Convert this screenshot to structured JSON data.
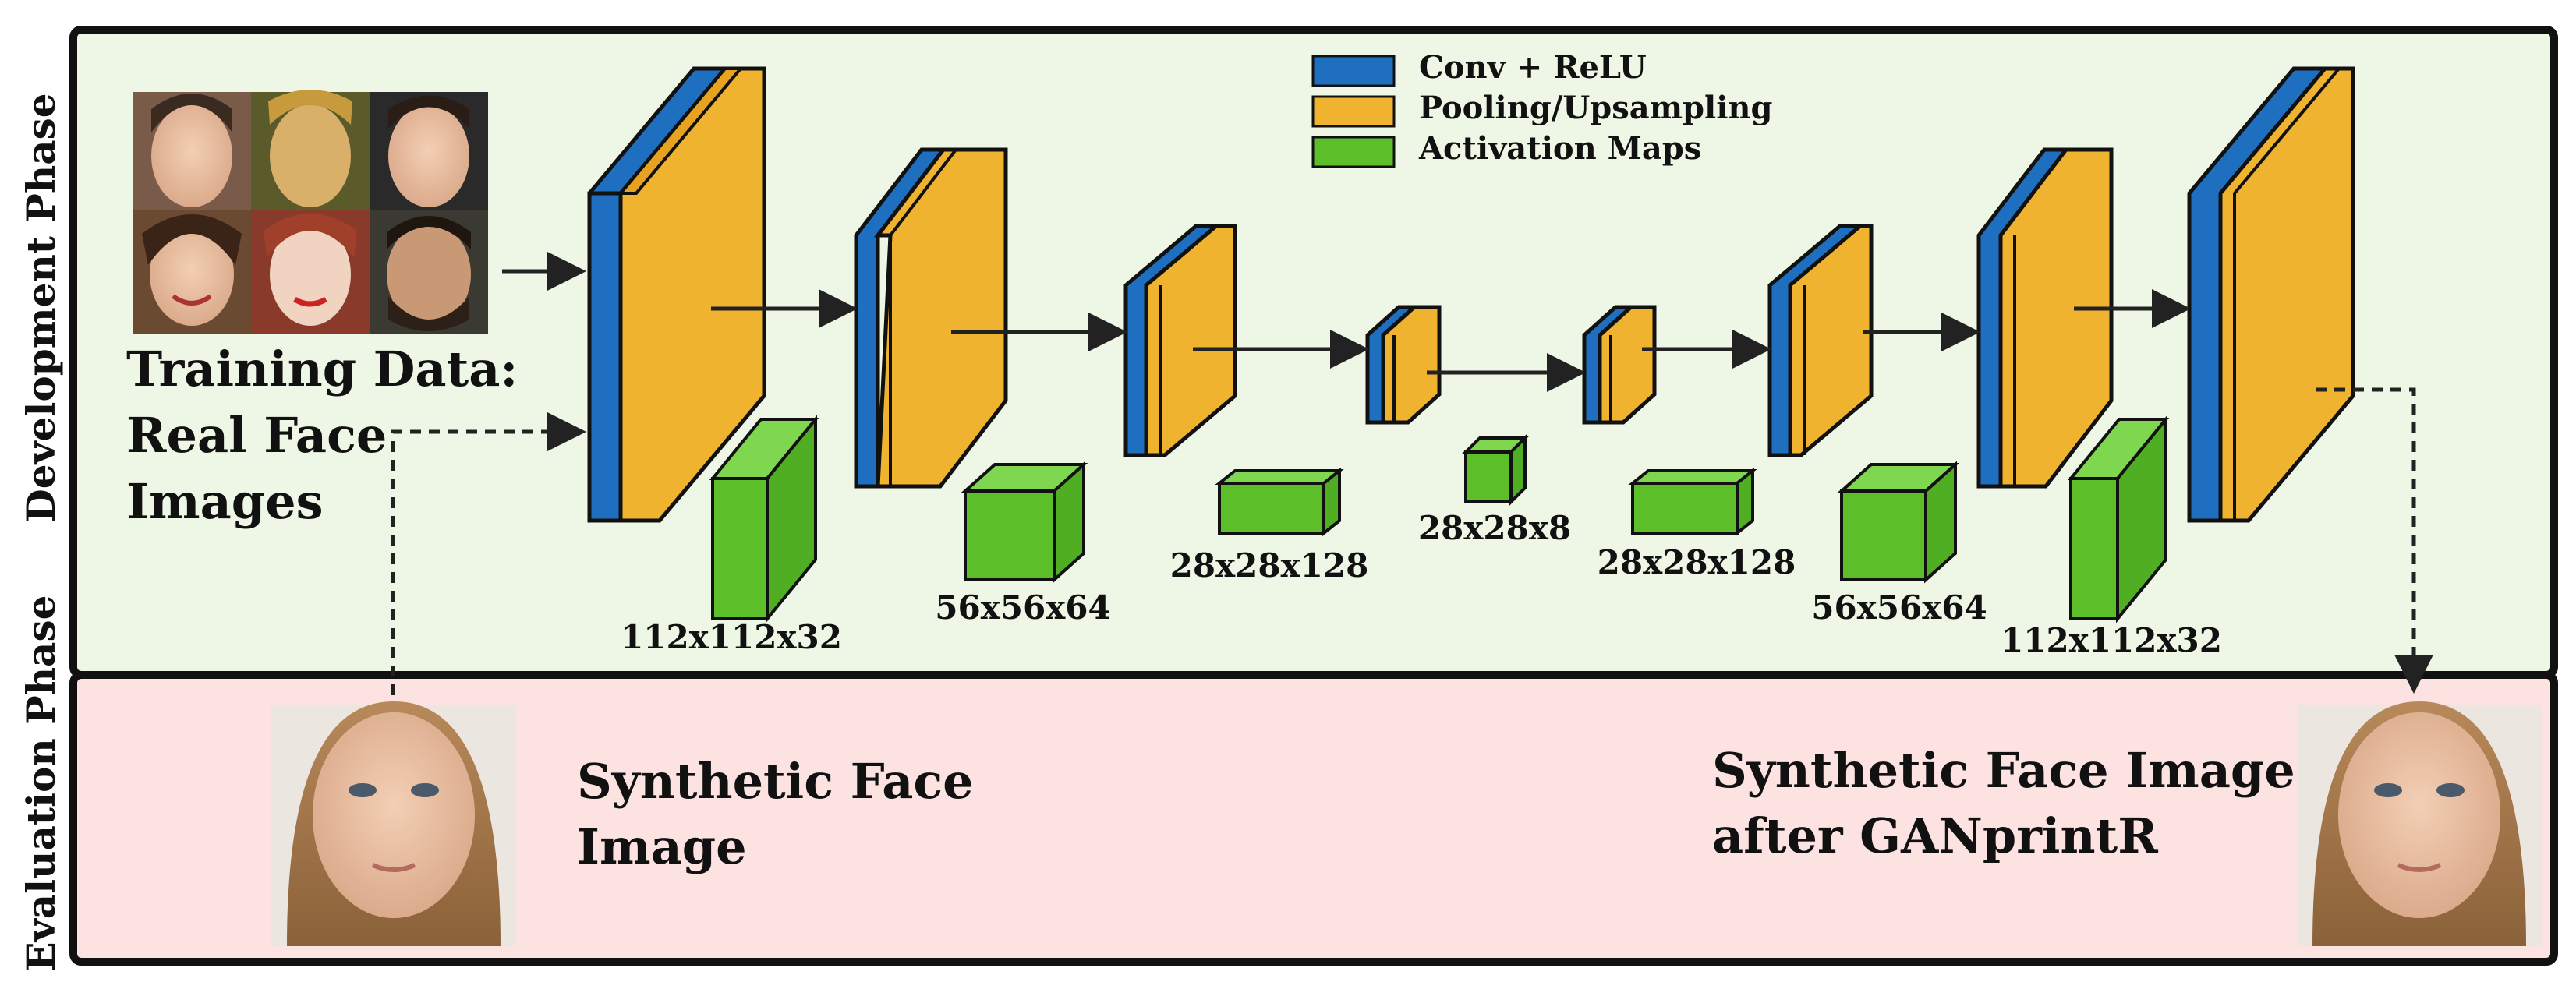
{
  "phases": {
    "development": "Development Phase",
    "evaluation": "Evaluation Phase"
  },
  "training_data": {
    "lines": [
      "Training Data:",
      "Real Face",
      "Images"
    ]
  },
  "legend": {
    "items": [
      {
        "label": "Conv + ReLU",
        "color": "#1f6fc0"
      },
      {
        "label": "Pooling/Upsampling",
        "color": "#f0b330"
      },
      {
        "label": "Activation Maps",
        "color": "#5cbf2a"
      }
    ]
  },
  "activation_maps": [
    {
      "label": "112x112x32"
    },
    {
      "label": "56x56x64"
    },
    {
      "label": "28x28x128"
    },
    {
      "label": "28x28x8"
    },
    {
      "label": "28x28x128"
    },
    {
      "label": "56x56x64"
    },
    {
      "label": "112x112x32"
    }
  ],
  "evaluation": {
    "input_lines": [
      "Synthetic Face",
      "Image"
    ],
    "output_lines": [
      "Synthetic Face Image",
      "after GANprintR"
    ]
  },
  "colors": {
    "development_bg": "#eef7e6",
    "evaluation_bg": "#fde2e2",
    "conv": "#1f6fc0",
    "pool": "#f0b330",
    "activation": "#5cbf2a"
  },
  "icons": {
    "real_faces": "real-face-thumbnail-grid",
    "synthetic_face": "synthetic-face-photo"
  }
}
